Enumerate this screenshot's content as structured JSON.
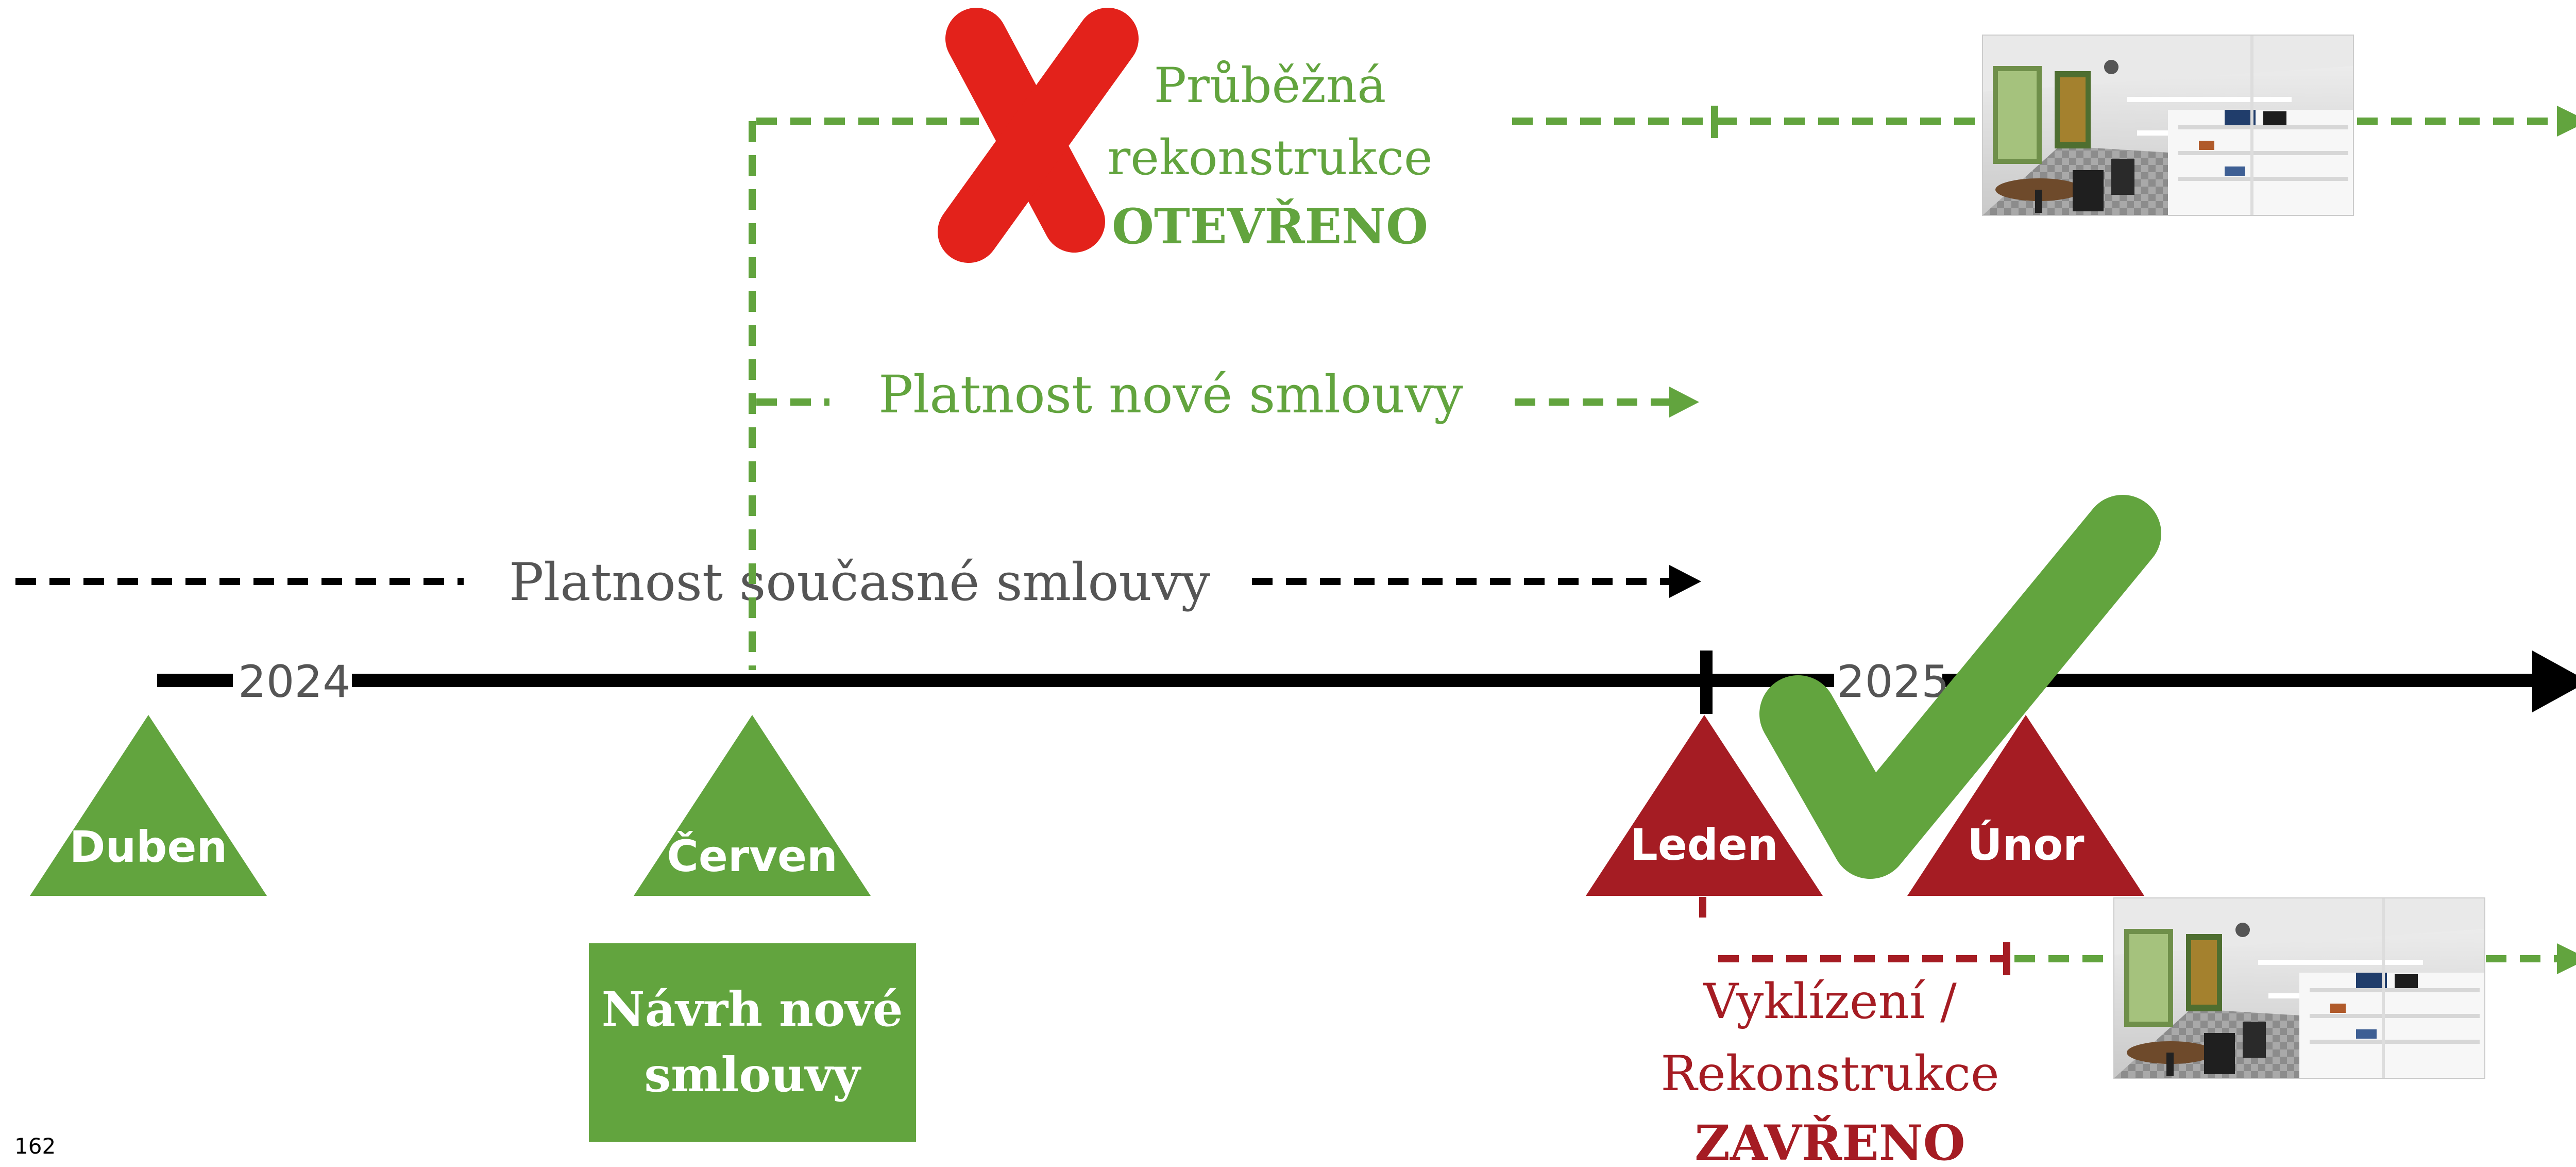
{
  "timeline": {
    "year_start": "2024",
    "year_end": "2025"
  },
  "months": {
    "april": "Duben",
    "june": "Červen",
    "january": "Leden",
    "february": "Únor"
  },
  "arrows": {
    "current_contract": "Platnost současné smlouvy",
    "new_contract": "Platnost nové smlouvy",
    "ongoing_reconstruction": {
      "line1": "Průběžná",
      "line2": "rekonstrukce",
      "line3": "OTEVŘENO"
    },
    "clearing": {
      "line1": "Vyklízení /",
      "line2": "Rekonstrukce",
      "line3": "ZAVŘENO"
    }
  },
  "proposal_box": {
    "line1": "Návrh nové",
    "line2": "smlouvy"
  },
  "page_number": "162",
  "icons": {
    "reject": "red-x-icon",
    "approve": "green-check-icon",
    "store_photo": "store-interior-image"
  },
  "colors": {
    "green": "#62a43e",
    "dark_red": "#a51c23",
    "bright_red": "#e3221b",
    "black": "#000000",
    "gray_text": "#555555"
  }
}
